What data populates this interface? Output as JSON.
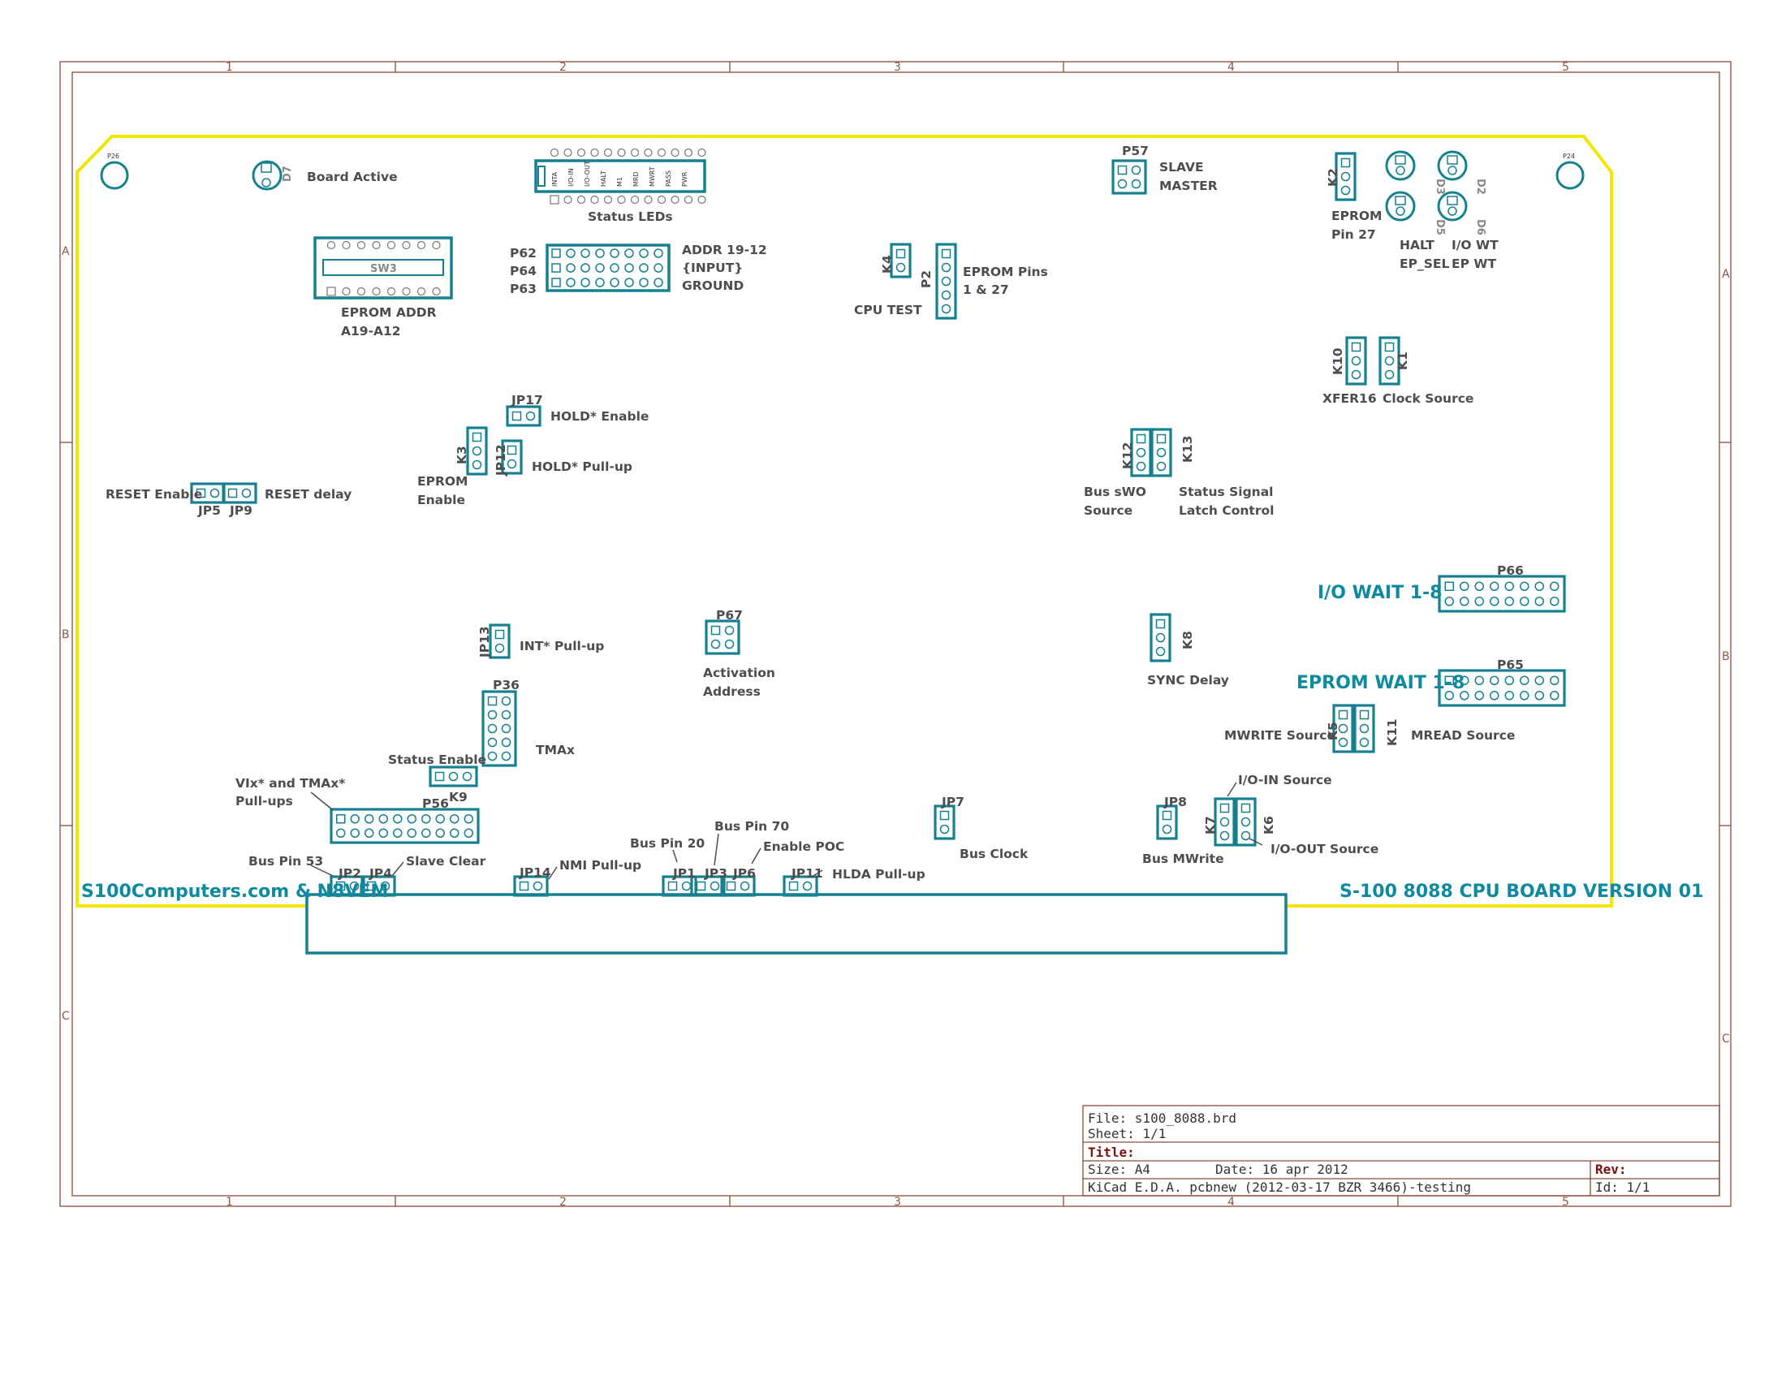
{
  "sheet_frame": {
    "column_markers": [
      "1",
      "2",
      "3",
      "4",
      "5"
    ],
    "row_markers": [
      "A",
      "B",
      "C"
    ]
  },
  "board": {
    "left_title": "S100Computers.com & N8VEM",
    "right_title": "S-100 8088 CPU BOARD VERSION 01",
    "io_wait": "I/O WAIT 1-8",
    "eprom_wait": "EPROM WAIT 1-8",
    "mounting_left": "P26",
    "mounting_right": "P24"
  },
  "status_leds": {
    "names": [
      "INTA",
      "I/O-IN",
      "I/O-OUT",
      "HALT",
      "M1",
      "MRD",
      "MWRT",
      "PASS",
      "PWR"
    ],
    "caption": "Status LEDs"
  },
  "switch": {
    "ref": "SW3",
    "caption1": "EPROM ADDR",
    "caption2": "A19-A12"
  },
  "labels": [
    {
      "id": "d7",
      "text": "D7"
    },
    {
      "id": "board_active",
      "text": "Board Active"
    },
    {
      "id": "p62",
      "text": "P62"
    },
    {
      "id": "p64",
      "text": "P64"
    },
    {
      "id": "p63",
      "text": "P63"
    },
    {
      "id": "addr",
      "text": "ADDR 19-12"
    },
    {
      "id": "input",
      "text": "{INPUT}"
    },
    {
      "id": "ground",
      "text": "GROUND"
    },
    {
      "id": "k4",
      "text": "K4"
    },
    {
      "id": "p2",
      "text": "P2"
    },
    {
      "id": "eprom_pins",
      "text": "EPROM Pins"
    },
    {
      "id": "one27",
      "text": "1 & 27"
    },
    {
      "id": "cpu_test",
      "text": "CPU TEST"
    },
    {
      "id": "p57",
      "text": "P57"
    },
    {
      "id": "slave",
      "text": "SLAVE"
    },
    {
      "id": "master",
      "text": "MASTER"
    },
    {
      "id": "k2",
      "text": "K2"
    },
    {
      "id": "eprom27a",
      "text": "EPROM"
    },
    {
      "id": "eprom27b",
      "text": "Pin 27"
    },
    {
      "id": "d3",
      "text": "D3"
    },
    {
      "id": "d2",
      "text": "D2"
    },
    {
      "id": "d5",
      "text": "D5"
    },
    {
      "id": "d6",
      "text": "D6"
    },
    {
      "id": "halt",
      "text": "HALT"
    },
    {
      "id": "epsel",
      "text": "EP_SEL"
    },
    {
      "id": "iowt",
      "text": "I/O WT"
    },
    {
      "id": "epwt",
      "text": "EP WT"
    },
    {
      "id": "k10",
      "text": "K10"
    },
    {
      "id": "k1",
      "text": "K1"
    },
    {
      "id": "xfer16",
      "text": "XFER16"
    },
    {
      "id": "clock_source",
      "text": "Clock Source"
    },
    {
      "id": "jp17",
      "text": "JP17"
    },
    {
      "id": "hold_enable",
      "text": "HOLD* Enable"
    },
    {
      "id": "k3",
      "text": "K3"
    },
    {
      "id": "jp12",
      "text": "JP12"
    },
    {
      "id": "hold_pullup",
      "text": "HOLD* Pull-up"
    },
    {
      "id": "eprom_en1",
      "text": "EPROM"
    },
    {
      "id": "eprom_en2",
      "text": "Enable"
    },
    {
      "id": "reset_enable",
      "text": "RESET Enable"
    },
    {
      "id": "reset_delay",
      "text": "RESET delay"
    },
    {
      "id": "jp5",
      "text": "JP5"
    },
    {
      "id": "jp9",
      "text": "JP9"
    },
    {
      "id": "k12",
      "text": "K12"
    },
    {
      "id": "k13",
      "text": "K13"
    },
    {
      "id": "bus_swo1",
      "text": "Bus sWO"
    },
    {
      "id": "bus_swo2",
      "text": "Source"
    },
    {
      "id": "status_sig1",
      "text": "Status Signal"
    },
    {
      "id": "status_sig2",
      "text": "Latch Control"
    },
    {
      "id": "p66",
      "text": "P66"
    },
    {
      "id": "p65",
      "text": "P65"
    },
    {
      "id": "jp13",
      "text": "JP13"
    },
    {
      "id": "int_pullup",
      "text": "INT* Pull-up"
    },
    {
      "id": "p67",
      "text": "P67"
    },
    {
      "id": "activation1",
      "text": "Activation"
    },
    {
      "id": "activation2",
      "text": "Address"
    },
    {
      "id": "k8",
      "text": "K8"
    },
    {
      "id": "sync_delay",
      "text": "SYNC Delay"
    },
    {
      "id": "p36",
      "text": "P36"
    },
    {
      "id": "tmax",
      "text": "TMAx"
    },
    {
      "id": "mwrite_src",
      "text": "MWRITE Source"
    },
    {
      "id": "k5",
      "text": "K5"
    },
    {
      "id": "k11",
      "text": "K11"
    },
    {
      "id": "mread_src",
      "text": "MREAD Source"
    },
    {
      "id": "status_enable",
      "text": "Status Enable"
    },
    {
      "id": "k9",
      "text": "K9"
    },
    {
      "id": "vix1",
      "text": "VIx* and TMAx*"
    },
    {
      "id": "vix2",
      "text": "Pull-ups"
    },
    {
      "id": "p56",
      "text": "P56"
    },
    {
      "id": "ioin_src",
      "text": "I/O-IN Source"
    },
    {
      "id": "jp7",
      "text": "JP7"
    },
    {
      "id": "jp8",
      "text": "JP8"
    },
    {
      "id": "k7",
      "text": "K7"
    },
    {
      "id": "k6",
      "text": "K6"
    },
    {
      "id": "ioout_src",
      "text": "I/O-OUT Source"
    },
    {
      "id": "bus_clock",
      "text": "Bus Clock"
    },
    {
      "id": "bus_mwrite",
      "text": "Bus MWrite"
    },
    {
      "id": "buspin70",
      "text": "Bus Pin 70"
    },
    {
      "id": "buspin20",
      "text": "Bus Pin 20"
    },
    {
      "id": "enable_poc",
      "text": "Enable POC"
    },
    {
      "id": "buspin53",
      "text": "Bus Pin 53"
    },
    {
      "id": "slave_clear",
      "text": "Slave Clear"
    },
    {
      "id": "jp2",
      "text": "JP2"
    },
    {
      "id": "jp4",
      "text": "JP4"
    },
    {
      "id": "jp14",
      "text": "JP14"
    },
    {
      "id": "nmi_pullup",
      "text": "NMI Pull-up"
    },
    {
      "id": "jp1",
      "text": "JP1"
    },
    {
      "id": "jp3",
      "text": "JP3"
    },
    {
      "id": "jp6",
      "text": "JP6"
    },
    {
      "id": "jp11",
      "text": "JP11"
    },
    {
      "id": "hlda_pullup",
      "text": "HLDA Pull-up"
    }
  ],
  "title_block": {
    "file": "File: s100_8088.brd",
    "sheet": "Sheet: 1/1",
    "title": "Title:",
    "size": "Size: A4",
    "date": "Date: 16 apr 2012",
    "rev": "Rev:",
    "tool": "KiCad E.D.A.  pcbnew (2012-03-17 BZR 3466)-testing",
    "id": "Id: 1/1"
  },
  "colors": {
    "board_edge": "#f2e600",
    "copper": "#15808f",
    "frame": "#8a4a3a",
    "silk": "#4d4d4d",
    "title_accent": "#0e8aa0"
  }
}
